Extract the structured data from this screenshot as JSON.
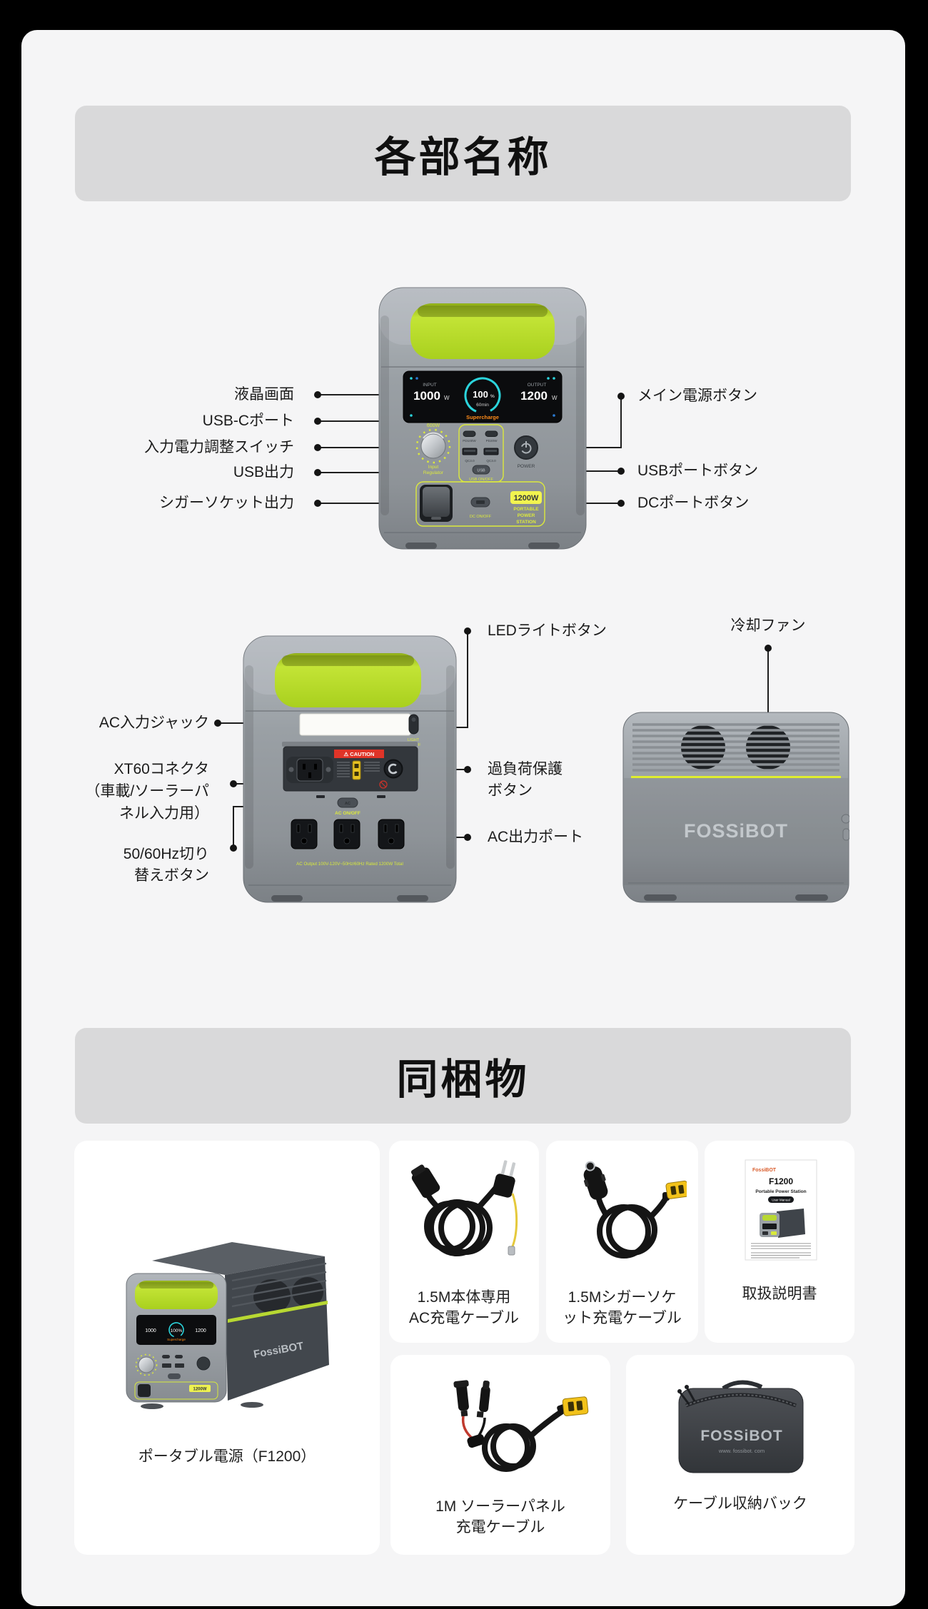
{
  "sections": {
    "parts": {
      "title": "各部名称"
    },
    "included": {
      "title": "同梱物"
    }
  },
  "parts_front": {
    "labels_left": [
      "液晶画面",
      "USB-Cポート",
      "入力電力調整スイッチ",
      "USB出力",
      "シガーソケット出力"
    ],
    "labels_right": [
      "メイン電源ボタン",
      "USBポートボタン",
      "DCポートボタン"
    ]
  },
  "parts_rear": {
    "label_led": "LEDライトボタン",
    "label_fan": "冷却ファン",
    "label_ac_in": "AC入力ジャック",
    "label_xt60_l1": "XT60コネクタ",
    "label_xt60_l2": "（車載/ソーラーパ",
    "label_xt60_l3": "ネル入力用）",
    "label_hz_l1": "50/60Hz切り",
    "label_hz_l2": "替えボタン",
    "label_overload_l1": "過負荷保護",
    "label_overload_l2": "ボタン",
    "label_ac_out": "AC出力ポート"
  },
  "device_front": {
    "lcd": {
      "input_label": "INPUT",
      "input_value": "1000",
      "input_unit": "W",
      "soc": "100",
      "soc_unit": "%",
      "time": "60min",
      "output_label": "OUTPUT",
      "output_value": "1200",
      "output_unit": "W",
      "mode": "Supercharge"
    },
    "dial_top": "600W",
    "dial_l1": "Input",
    "dial_l2": "Regulator",
    "usb_c1": "PD100W",
    "usb_c2": "PD20W",
    "usb_a1": "QC3.0",
    "usb_a2": "QC3.0",
    "usb_button": "USB",
    "usb_onoff": "USB ON/OFF",
    "power_label": "POWER",
    "dc_onoff": "DC ON/OFF",
    "badge": "1200W",
    "tag1": "PORTABLE",
    "tag2": "POWER",
    "tag3": "STATION"
  },
  "device_rear": {
    "caution": "⚠ CAUTION",
    "ac_button": "AC",
    "ac_onoff": "AC ON/OFF",
    "light_l1": "LIGHT",
    "light_l2": "ON/OFF",
    "note": "AC Output 100V-120V~50Hz/60Hz Rated 1200W Total"
  },
  "device_side": {
    "logo": "FOSSiBOT"
  },
  "included_items": {
    "station": {
      "caption": "ポータブル電源（F1200）"
    },
    "ac_cable": {
      "caption_l1": "1.5M本体専用",
      "caption_l2": "AC充電ケーブル"
    },
    "car_cable": {
      "caption_l1": "1.5Mシガーソケ",
      "caption_l2": "ット充電ケーブル"
    },
    "manual": {
      "caption": "取扱説明書",
      "brand": "FossiBOT",
      "model": "F1200",
      "subtitle": "Portable Power Station",
      "badge": "User Manual"
    },
    "solar_cable": {
      "caption_l1": "1M ソーラーパネル",
      "caption_l2": "充電ケーブル"
    },
    "bag": {
      "caption": "ケーブル収納バック",
      "logo": "FOSSiBOT",
      "url": "www. fossibot. com"
    }
  },
  "colors": {
    "accent_yellow": "#dce93c",
    "lime": "#b8dd2e",
    "caution_red": "#e03428",
    "badge_yellow": "#f2f44f",
    "mode_orange": "#ff8c1a",
    "gauge_cyan": "#2bd4dc"
  }
}
